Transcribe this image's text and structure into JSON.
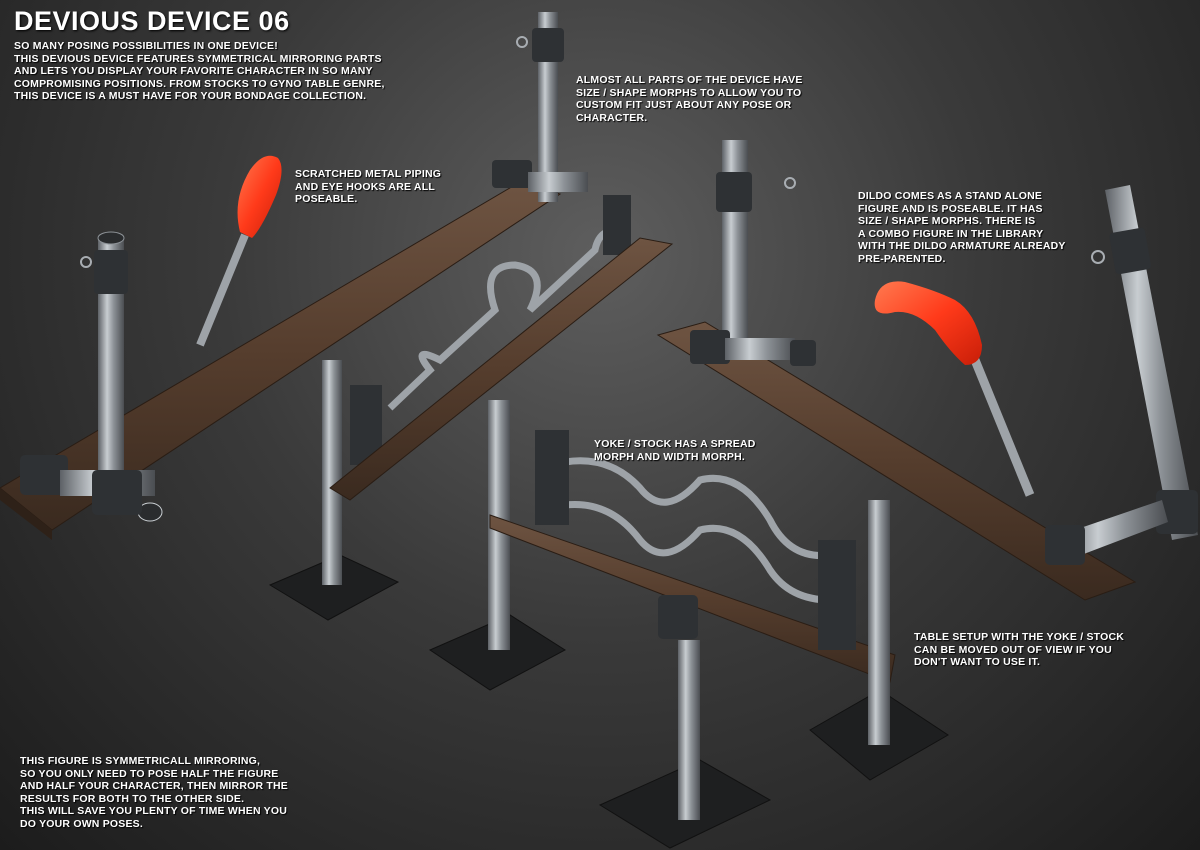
{
  "title": "DEVIOUS DEVICE 06",
  "intro": [
    "SO MANY POSING POSSIBILITIES IN ONE DEVICE!",
    "THIS DEVIOUS DEVICE FEATURES SYMMETRICAL MIRRORING PARTS",
    "AND LETS YOU DISPLAY YOUR FAVORITE CHARACTER IN SO MANY",
    "COMPROMISING POSITIONS.  FROM STOCKS TO GYNO TABLE GENRE,",
    "THIS DEVICE IS A MUST HAVE FOR YOUR BONDAGE COLLECTION."
  ],
  "notes": {
    "morphs": [
      "ALMOST ALL PARTS OF THE DEVICE HAVE",
      "SIZE / SHAPE MORPHS TO ALLOW YOU TO",
      "CUSTOM FIT JUST ABOUT ANY POSE OR",
      "CHARACTER."
    ],
    "piping": [
      "SCRATCHED METAL PIPING",
      "AND EYE HOOKS ARE ALL",
      "POSEABLE."
    ],
    "dildo": [
      "DILDO COMES AS A STAND ALONE",
      "FIGURE AND IS POSEABLE.  IT HAS",
      "SIZE / SHAPE MORPHS.  THERE IS",
      "A COMBO FIGURE IN THE LIBRARY",
      "WITH THE DILDO ARMATURE ALREADY",
      "PRE-PARENTED."
    ],
    "yoke": [
      "YOKE / STOCK HAS A SPREAD",
      "MORPH AND WIDTH MORPH."
    ],
    "table": [
      "TABLE SETUP WITH THE YOKE / STOCK",
      "CAN BE MOVED OUT OF VIEW IF YOU",
      "DON'T WANT TO USE IT."
    ],
    "mirror": [
      "THIS FIGURE IS SYMMETRICALL MIRRORING,",
      "SO YOU ONLY NEED TO POSE HALF THE FIGURE",
      "AND HALF YOUR CHARACTER, THEN MIRROR THE",
      "RESULTS FOR BOTH TO THE OTHER SIDE.",
      "THIS WILL SAVE YOU PLENTY OF TIME WHEN YOU",
      "DO YOUR OWN POSES."
    ]
  },
  "colors": {
    "wood": "#5a4030",
    "metal": "#9ea3a8",
    "bracket": "#2e3134",
    "base": "#1e1f20",
    "dildo": "#ff3a1a"
  }
}
